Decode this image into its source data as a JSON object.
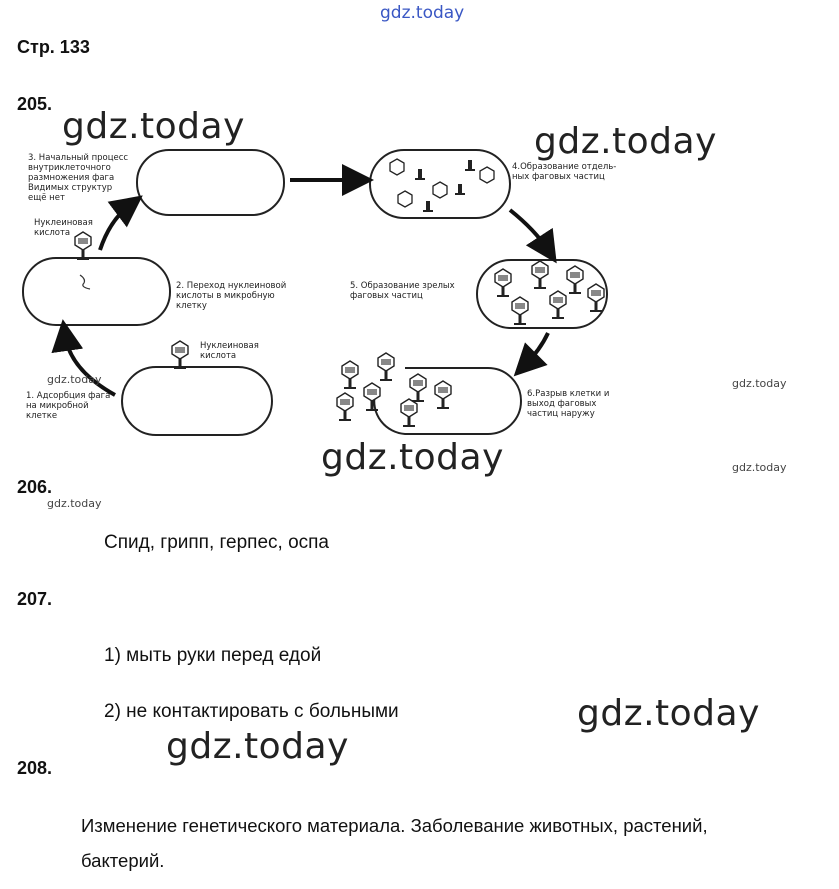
{
  "header": {
    "watermark": "gdz.today",
    "page_title": "Стр. 133"
  },
  "tasks": {
    "t205": {
      "number": "205."
    },
    "t206": {
      "number": "206.",
      "answer": "Спид, грипп, герпес, оспа"
    },
    "t207": {
      "number": "207.",
      "items": [
        "1) мыть руки перед едой",
        "2) не контактировать с больными"
      ]
    },
    "t208": {
      "number": "208.",
      "answer_line1": "Изменение генетического материала. Заболевание животных, растений,",
      "answer_line2": "бактерий."
    }
  },
  "diagram": {
    "stage1": "1. Адсорбция фага\nна микробной\nклетке",
    "stage2": "2. Переход нуклеиновой\nкислоты в микробную\nклетку",
    "stage3": "3. Начальный процесс\nвнутриклеточного\nразмножения фага\nВидимых структур\nещё нет",
    "stage4": "4.Образование отдель-\nных фаговых частиц",
    "stage5": "5. Образование зрелых\nфаговых частиц",
    "stage6": "6.Разрыв клетки и\nвыход фаговых\nчастиц наружу",
    "label_nucleic_top": "Нуклеиновая\nкислота",
    "label_nucleic_bottom": "Нуклеиновая\nкислота"
  },
  "watermarks": {
    "big": "gdz.today",
    "small": "gdz.today"
  }
}
